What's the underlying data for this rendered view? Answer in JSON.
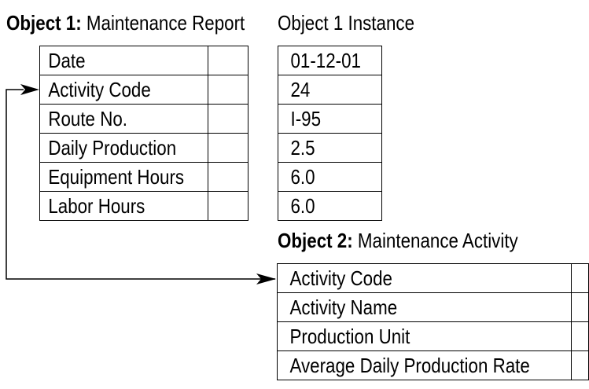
{
  "object1": {
    "title_bold": "Object 1:",
    "title_rest": "Maintenance Report",
    "fields": [
      "Date",
      "Activity Code",
      "Route No.",
      "Daily Production",
      "Equipment Hours",
      "Labor Hours"
    ]
  },
  "instance": {
    "title": "Object 1 Instance",
    "values": [
      "01-12-01",
      "24",
      "I-95",
      "2.5",
      "6.0",
      "6.0"
    ]
  },
  "object2": {
    "title_bold": "Object 2:",
    "title_rest": "Maintenance Activity",
    "fields": [
      "Activity Code",
      "Activity Name",
      "Production Unit",
      "Average Daily Production Rate"
    ]
  }
}
